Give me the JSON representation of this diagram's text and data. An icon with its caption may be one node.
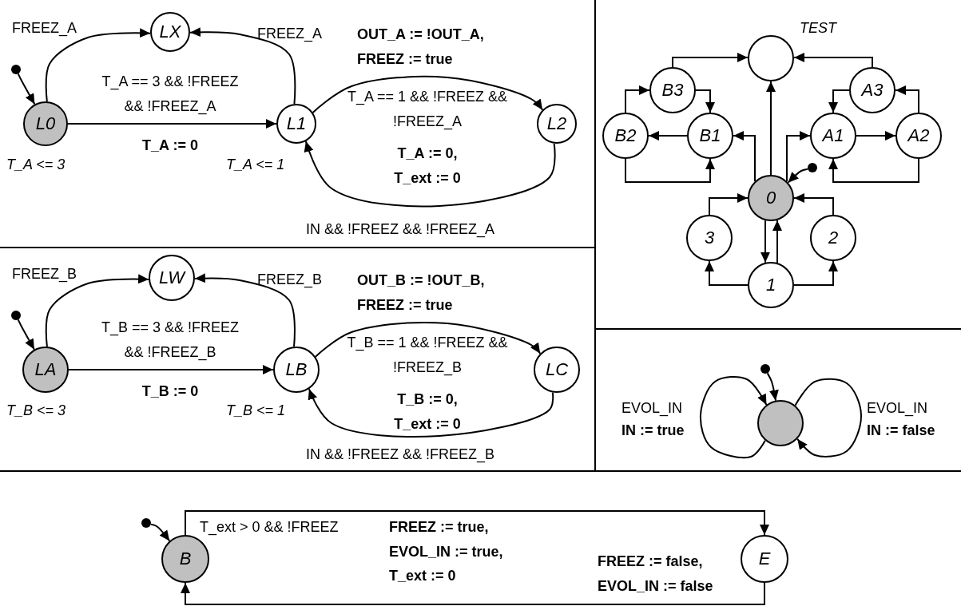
{
  "diagram": {
    "nodes": [
      {
        "text": [],
        "shape": "dot"
      },
      {
        "text": [
          "L0"
        ],
        "beside": [
          "T_A <= 3"
        ]
      },
      {
        "text": [
          "LX"
        ]
      },
      {
        "text": [
          "L1"
        ],
        "beside": [
          "T_A <= 1"
        ]
      },
      {
        "text": [
          "L2"
        ]
      },
      {
        "text": [],
        "shape": "circle",
        "beside": [
          "TEST"
        ]
      },
      {
        "text": [
          "B3"
        ]
      },
      {
        "text": [
          "A3"
        ]
      },
      {
        "text": [
          "B2"
        ]
      },
      {
        "text": [
          "B1"
        ]
      },
      {
        "text": [
          "A1"
        ]
      },
      {
        "text": [
          "A2"
        ]
      },
      {
        "text": [],
        "shape": "dot"
      },
      {
        "text": [
          "0"
        ]
      },
      {
        "text": [
          "3"
        ]
      },
      {
        "text": [
          "2"
        ]
      },
      {
        "text": [
          "1"
        ]
      },
      {
        "text": [],
        "shape": "dot"
      },
      {
        "text": [
          "LA"
        ],
        "beside": [
          "T_B <= 3"
        ]
      },
      {
        "text": [
          "LW"
        ]
      },
      {
        "text": [
          "LB"
        ],
        "beside": [
          "T_B <= 1"
        ]
      },
      {
        "text": [
          "LC"
        ]
      },
      {
        "text": [],
        "shape": "dot"
      },
      {
        "text": [],
        "shape": "circle"
      },
      {
        "text": [],
        "shape": "dot"
      },
      {
        "text": [
          "B"
        ]
      },
      {
        "text": [
          "E"
        ]
      }
    ],
    "edges": [
      {
        "from": 0,
        "to": 1,
        "arrow": "to"
      },
      {
        "from": 1,
        "to": 2,
        "arrow": "to",
        "label": "FREEZ_A"
      },
      {
        "from": 3,
        "to": 2,
        "arrow": "to",
        "label": "FREEZ_A"
      },
      {
        "from": 1,
        "to": 3,
        "arrow": "to",
        "label": "T_A == 3 && !FREEZ && !FREEZ_A"
      },
      {
        "from": 3,
        "to": 4,
        "arrow": "to",
        "label": "T_A == 1 && !FREEZ && !FREEZ_A"
      },
      {
        "from": 4,
        "to": 3,
        "arrow": "to",
        "label": "IN && !FREEZ && !FREEZ_A"
      },
      {
        "from": 6,
        "to": 5,
        "arrow": "to"
      },
      {
        "from": 7,
        "to": 5,
        "arrow": "to"
      },
      {
        "from": 6,
        "to": 9,
        "arrow": "to"
      },
      {
        "from": 8,
        "to": 6,
        "arrow": "to"
      },
      {
        "from": 9,
        "to": 8,
        "arrow": "to"
      },
      {
        "from": 8,
        "to": 9,
        "arrow": "to"
      },
      {
        "from": 10,
        "to": 11,
        "arrow": "to"
      },
      {
        "from": 11,
        "to": 7,
        "arrow": "to"
      },
      {
        "from": 7,
        "to": 10,
        "arrow": "to"
      },
      {
        "from": 11,
        "to": 10,
        "arrow": "to"
      },
      {
        "from": 13,
        "to": 9,
        "arrow": "to"
      },
      {
        "from": 13,
        "to": 10,
        "arrow": "to"
      },
      {
        "from": 13,
        "to": 5,
        "arrow": "to"
      },
      {
        "from": 12,
        "to": 13,
        "arrow": "to"
      },
      {
        "from": 14,
        "to": 13,
        "arrow": "to"
      },
      {
        "from": 15,
        "to": 13,
        "arrow": "to"
      },
      {
        "from": 13,
        "to": 16,
        "arrow": "to"
      },
      {
        "from": 16,
        "to": 13,
        "arrow": "to"
      },
      {
        "from": 16,
        "to": 14,
        "arrow": "to"
      },
      {
        "from": 16,
        "to": 15,
        "arrow": "to"
      },
      {
        "from": 17,
        "to": 18,
        "arrow": "to"
      },
      {
        "from": 18,
        "to": 19,
        "arrow": "to",
        "label": "FREEZ_B"
      },
      {
        "from": 20,
        "to": 19,
        "arrow": "to",
        "label": "FREEZ_B"
      },
      {
        "from": 18,
        "to": 20,
        "arrow": "to",
        "label": "T_B == 3 && !FREEZ && !FREEZ_B"
      },
      {
        "from": 20,
        "to": 21,
        "arrow": "to",
        "label": "T_B == 1 && !FREEZ && !FREEZ_B"
      },
      {
        "from": 21,
        "to": 20,
        "arrow": "to",
        "label": "IN && !FREEZ && !FREEZ_B"
      },
      {
        "from": 22,
        "to": 23,
        "arrow": "to"
      },
      {
        "from": 23,
        "to": 23,
        "arrow": "to",
        "label": "EVOL_IN"
      },
      {
        "from": 23,
        "to": 23,
        "arrow": "to",
        "label": "EVOL_IN"
      },
      {
        "from": 24,
        "to": 25,
        "arrow": "to"
      },
      {
        "from": 25,
        "to": 26,
        "arrow": "to",
        "label": "T_ext > 0 && !FREEZ"
      },
      {
        "from": 26,
        "to": 25,
        "arrow": "to"
      }
    ],
    "labels": [
      "OUT_A := !OUT_A, FREEZ := true",
      "T_A := 0",
      "T_A := 0, T_ext := 0",
      "OUT_B := !OUT_B, FREEZ := true",
      "T_B := 0",
      "T_B := 0, T_ext := 0",
      "IN := true",
      "IN := false",
      "FREEZ := true, EVOL_IN := true, T_ext := 0",
      "FREEZ := false, EVOL_IN := false"
    ]
  }
}
